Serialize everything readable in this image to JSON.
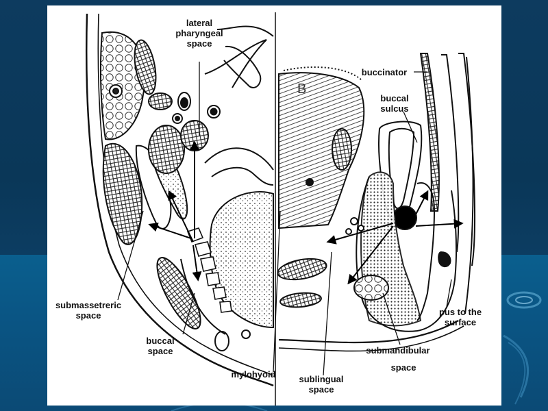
{
  "labels": {
    "lateral_pharyngeal": "lateral\npharyngeal\nspace",
    "buccinator": "buccinator",
    "buccal_sulcus": "buccal\nsulcus",
    "submassetreric": "submassetreric\nspace",
    "buccal_space": "buccal\nspace",
    "mylohyoid": "mylohyoid",
    "sublingual": "sublingual\nspace",
    "submandibular": "submandibular",
    "submandibular_space": "space",
    "pus": "pus to the\nsurface",
    "panel_letter": "B"
  },
  "colors": {
    "background_top": "#0d3b5f",
    "background_bottom": "#0a5f8e",
    "figure_bg": "#ffffff",
    "ink": "#111111"
  }
}
